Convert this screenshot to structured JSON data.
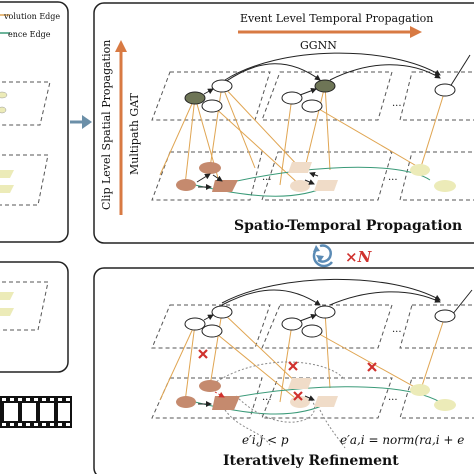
{
  "legend": {
    "items": [
      "volution Edge",
      "ence Edge"
    ],
    "colors": {
      "orange_edge": "#e0a552",
      "green_edge": "#3a9a78"
    }
  },
  "top_panel": {
    "event_label": "Event Level Temporal Propagation",
    "ggnn_label": "GGNN",
    "spatial_label": "Clip Level Spatial Propagation",
    "gat_label": "Multipath GAT",
    "title": "Spatio-Temporal Propagation",
    "dots": [
      "...",
      "...",
      "...",
      "..."
    ]
  },
  "loop": {
    "label": "×N",
    "colors": {
      "loop_icon": "#5b8bb5",
      "times_n": "#d0312d"
    }
  },
  "bottom_panel": {
    "title": "Iteratively Refinement",
    "dots": [
      "...",
      "...",
      "...",
      "..."
    ],
    "formula_left": "e′i,j < p",
    "formula_right": "e′a,i = norm(ra,i + e",
    "cross_color": "#d0312d"
  },
  "colors": {
    "panel_border": "#222222",
    "arrow_orange": "#d87a43",
    "arrow_blue": "#6b8fa8",
    "node_dark": "#6e7556",
    "node_brown": "#c58a6e",
    "node_pale": "#f0dcc8",
    "node_yellow": "#ecebb8"
  }
}
